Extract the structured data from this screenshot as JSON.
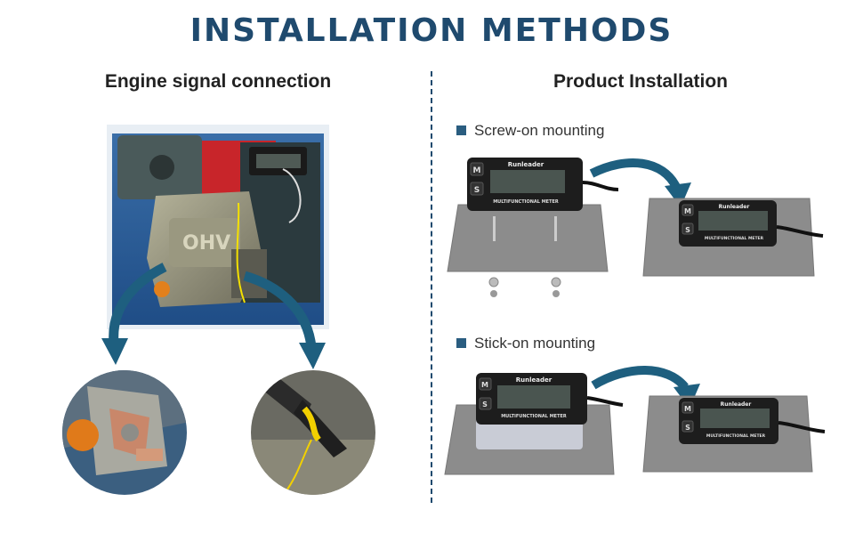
{
  "title": "INSTALLATION METHODS",
  "left": {
    "heading": "Engine signal connection"
  },
  "right": {
    "heading": "Product Installation",
    "screw": {
      "label": "Screw-on mounting"
    },
    "stick": {
      "label": "Stick-on mounting"
    }
  },
  "meter": {
    "brand": "Runleader",
    "subtitle": "MULTIFUNCTIONAL METER",
    "btn_m": "M",
    "btn_s": "S"
  },
  "colors": {
    "accent": "#1f4a6e",
    "arrow": "#1e5f7f",
    "plate": "#8c8c8c"
  }
}
